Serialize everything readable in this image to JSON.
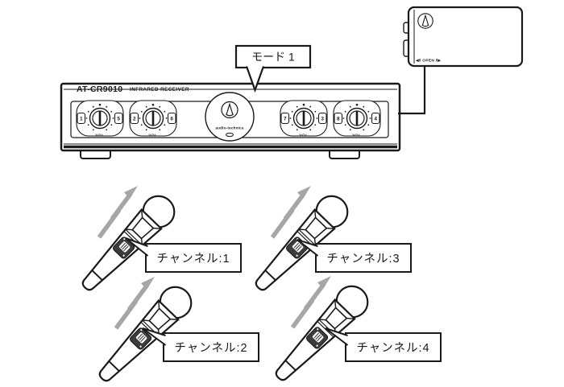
{
  "receiver": {
    "model": "AT-CR9010",
    "subtitle": "INFRARED RECEIVER",
    "brand": "audio-technica",
    "knobs": [
      {
        "label": "VOL",
        "left_num": "1",
        "right_num": "5"
      },
      {
        "label": "VOL",
        "left_num": "2",
        "right_num": "6"
      },
      {
        "label": "VOL",
        "left_num": "7",
        "right_num": "3"
      },
      {
        "label": "VOL",
        "left_num": "8",
        "right_num": "4"
      }
    ]
  },
  "mode_callout": {
    "label": "モード 1"
  },
  "remote": {
    "open_label": "◀‖ OPEN ‖▶"
  },
  "microphones": [
    {
      "channel_label": "チャンネル:1"
    },
    {
      "channel_label": "チャンネル:2"
    },
    {
      "channel_label": "チャンネル:3"
    },
    {
      "channel_label": "チャンネル:4"
    }
  ],
  "colors": {
    "outline": "#1a1a1a",
    "signal_arrow": "#a6a6a6",
    "panel_dark": "#3c3c3c",
    "background": "#ffffff"
  }
}
